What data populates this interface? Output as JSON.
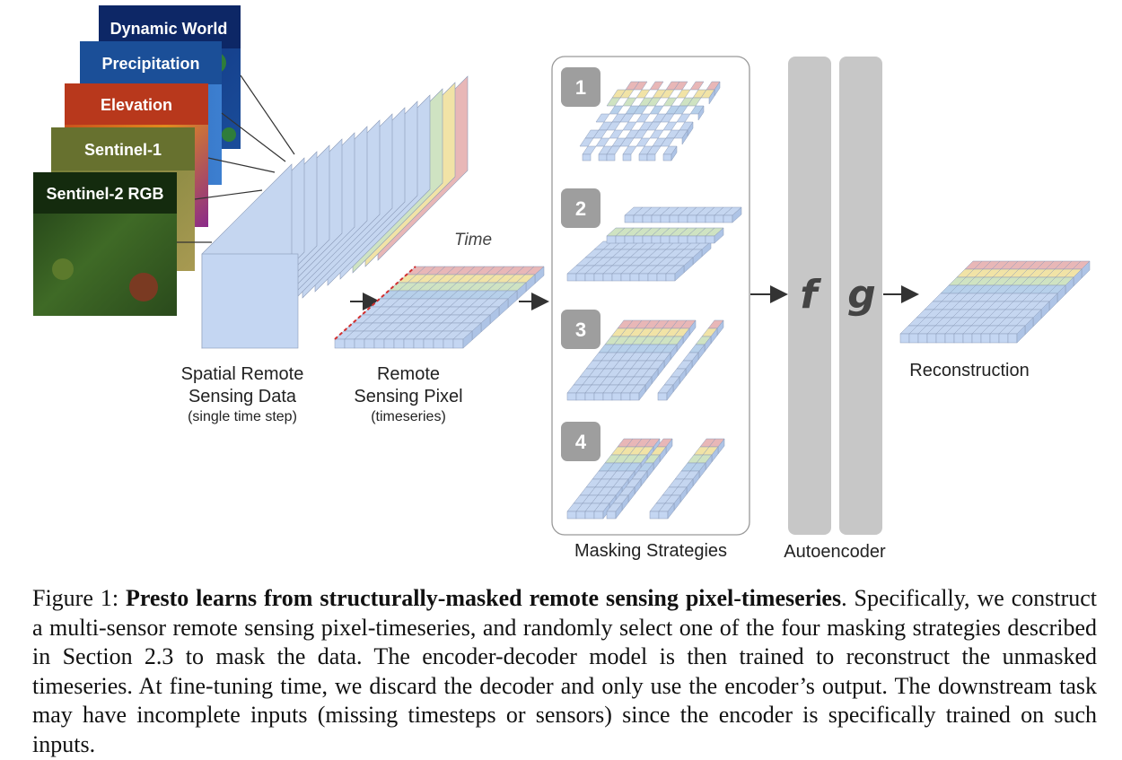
{
  "layers": [
    {
      "label": "Dynamic World",
      "color": "#123a8c"
    },
    {
      "label": "Precipitation",
      "color": "#1f5db0"
    },
    {
      "label": "Elevation",
      "color": "#c8401e"
    },
    {
      "label": "Sentinel-1",
      "color": "#7f8a3a"
    },
    {
      "label": "Sentinel-2 RGB",
      "color": "#2d4a1f"
    }
  ],
  "labels": {
    "time": "Time",
    "spatial_line1": "Spatial Remote",
    "spatial_line2": "Sensing Data",
    "spatial_sub": "(single time step)",
    "pixel_line1": "Remote",
    "pixel_line2": "Sensing Pixel",
    "pixel_sub": "(timeseries)",
    "masking": "Masking Strategies",
    "autoencoder": "Autoencoder",
    "reconstruction": "Reconstruction",
    "encoder": "f",
    "decoder": "g"
  },
  "strategies": [
    "1",
    "2",
    "3",
    "4"
  ],
  "band_colors": [
    "#e8b7b7",
    "#f1e3a6",
    "#cfe3c2",
    "#b7d0ea",
    "#c5d6f0"
  ],
  "caption": {
    "prefix": "Figure 1: ",
    "bold": "Presto learns from structurally-masked remote sensing pixel-timeseries",
    "rest": ". Specifically, we construct a multi-sensor remote sensing pixel-timeseries, and randomly select one of the four masking strategies described in Section 2.3 to mask the data. The encoder-decoder model is then trained to reconstruct the unmasked timeseries. At fine-tuning time, we discard the decoder and only use the encoder’s output. The downstream task may have incomplete inputs (missing timesteps or sensors) since the encoder is specifically trained on such inputs."
  }
}
